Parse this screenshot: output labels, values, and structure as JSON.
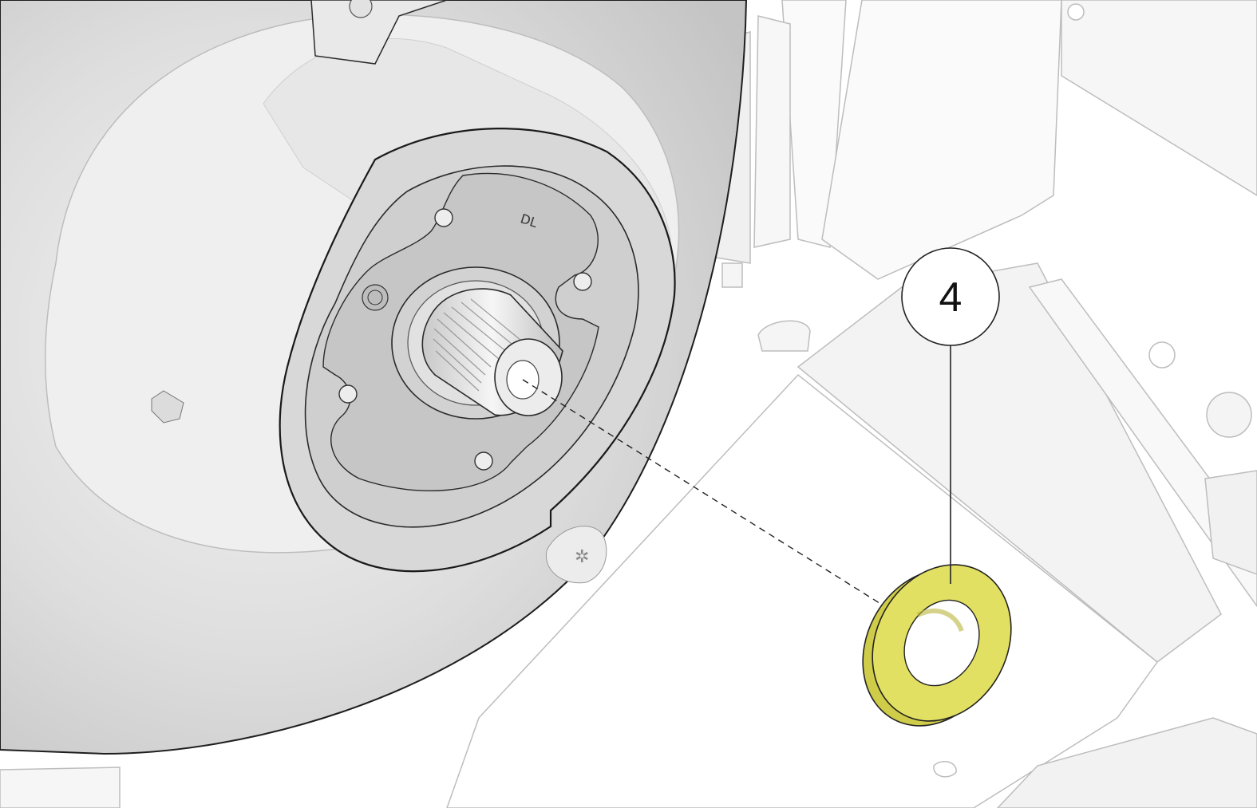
{
  "diagram": {
    "type": "exploded-assembly-view",
    "callouts": [
      {
        "number": "4",
        "part": "washer"
      }
    ],
    "hub_marking": "DL",
    "colors": {
      "highlight_part": "#e2e062",
      "highlight_part_edge": "#b9b63c",
      "housing_dark": "#c9c9c9",
      "housing_light": "#efefef",
      "background": "#ffffff",
      "line": "#222222"
    }
  }
}
